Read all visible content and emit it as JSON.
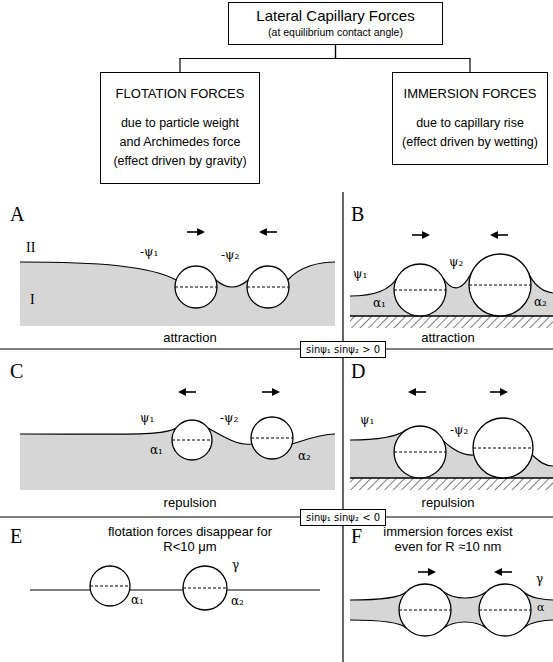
{
  "diagram": {
    "nodes": [
      {
        "text": [
          "Lateral Capillary Forces",
          "(at equilibrium contact angle)"
        ]
      },
      {
        "text": [
          "FLOTATION FORCES",
          "due to particle weight and Archimedes force (effect driven by gravity)"
        ]
      },
      {
        "text": [
          "IMMERSION FORCES",
          "due to capillary rise (effect driven by wetting)"
        ]
      },
      {
        "text": [
          "sinψ₁ sinψ₂ > 0"
        ]
      },
      {
        "text": [
          "sinψ₁ sinψ₂ < 0"
        ]
      }
    ],
    "edges": [
      {
        "from": 0,
        "to": 1,
        "arrow": "none"
      },
      {
        "from": 0,
        "to": 2,
        "arrow": "none"
      }
    ],
    "labels": [
      "A",
      "II",
      "I",
      "-ψ₁",
      "-ψ₂",
      "attraction",
      "B",
      "ψ₁",
      "α₁",
      "ψ₂",
      "α₂",
      "attraction",
      "C",
      "ψ₁",
      "α₁",
      "-ψ₂",
      "α₂",
      "repulsion",
      "D",
      "ψ₁",
      "-ψ₂",
      "repulsion",
      "E",
      "flotation forces disappear for R<10 μm",
      "γ",
      "α₁",
      "α₂",
      "F",
      "immersion forces exist even for R ≈10 nm",
      "γ",
      "α"
    ]
  }
}
